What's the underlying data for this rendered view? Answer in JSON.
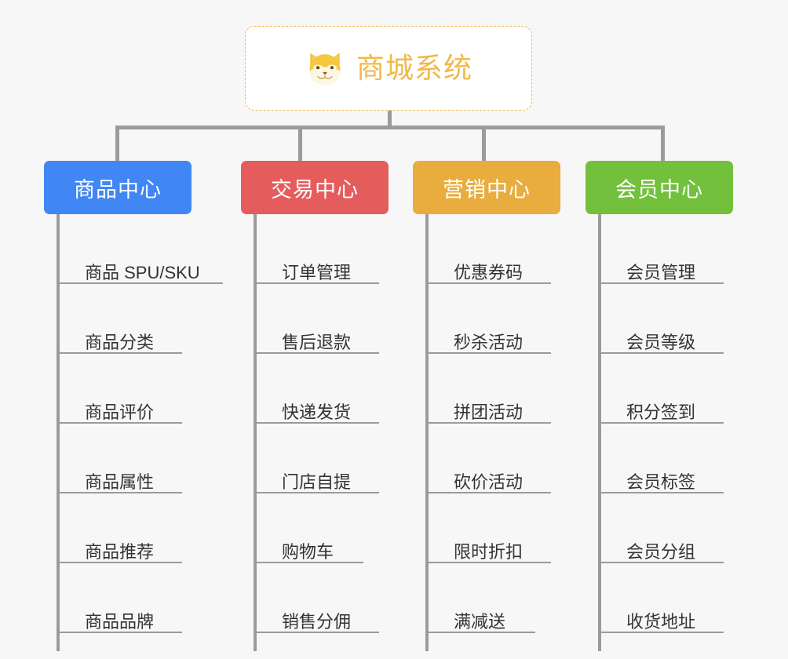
{
  "meta": {
    "background_color": "#f7f7f7",
    "connector_color": "#9b9b9b",
    "leaf_text_color": "#333333"
  },
  "root": {
    "title": "商城系统",
    "icon": "shiba-dog-icon",
    "accent_color": "#f0b94a",
    "border_style": "dashed",
    "background_color": "#ffffff"
  },
  "columns": [
    {
      "id": "product-center",
      "title": "商品中心",
      "color": "#4086f4",
      "items": [
        {
          "label": "商品 SPU/SKU",
          "width": "long"
        },
        {
          "label": "商品分类",
          "width": "mid"
        },
        {
          "label": "商品评价",
          "width": "mid"
        },
        {
          "label": "商品属性",
          "width": "mid"
        },
        {
          "label": "商品推荐",
          "width": "mid"
        },
        {
          "label": "商品品牌",
          "width": "mid"
        }
      ]
    },
    {
      "id": "trade-center",
      "title": "交易中心",
      "color": "#e55c5c",
      "items": [
        {
          "label": "订单管理",
          "width": "mid"
        },
        {
          "label": "售后退款",
          "width": "mid"
        },
        {
          "label": "快递发货",
          "width": "mid"
        },
        {
          "label": "门店自提",
          "width": "mid"
        },
        {
          "label": "购物车",
          "width": "short"
        },
        {
          "label": "销售分佣",
          "width": "mid"
        }
      ]
    },
    {
      "id": "marketing-center",
      "title": "营销中心",
      "color": "#e8ad3e",
      "items": [
        {
          "label": "优惠券码",
          "width": "mid"
        },
        {
          "label": "秒杀活动",
          "width": "mid"
        },
        {
          "label": "拼团活动",
          "width": "mid"
        },
        {
          "label": "砍价活动",
          "width": "mid"
        },
        {
          "label": "限时折扣",
          "width": "mid"
        },
        {
          "label": "满减送",
          "width": "short"
        }
      ]
    },
    {
      "id": "member-center",
      "title": "会员中心",
      "color": "#72c03c",
      "items": [
        {
          "label": "会员管理",
          "width": "mid"
        },
        {
          "label": "会员等级",
          "width": "mid"
        },
        {
          "label": "积分签到",
          "width": "mid"
        },
        {
          "label": "会员标签",
          "width": "mid"
        },
        {
          "label": "会员分组",
          "width": "mid"
        },
        {
          "label": "收货地址",
          "width": "mid"
        }
      ]
    }
  ]
}
